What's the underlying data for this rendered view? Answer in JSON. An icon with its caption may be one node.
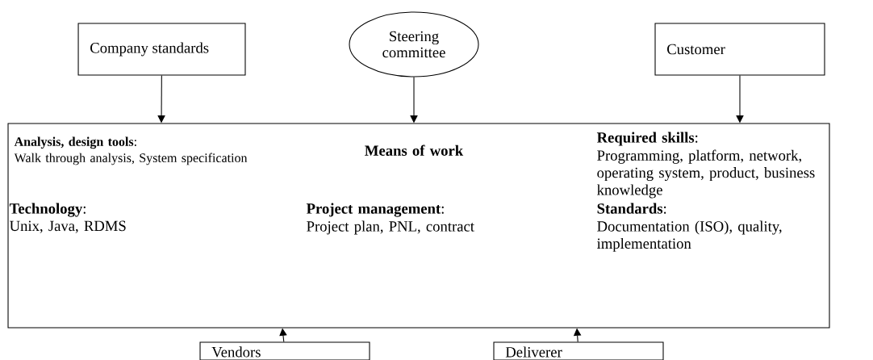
{
  "diagram": {
    "nodes": [
      {
        "text": [
          "Company standards"
        ]
      },
      {
        "text": [
          "Steering committee"
        ]
      },
      {
        "text": [
          "Customer"
        ]
      },
      {
        "text": [
          "**Analysis, design tools**:",
          "Walk through analysis, System specification",
          "Means of work",
          "**Required skills**:",
          "Programming, platform, network, operating system, product, business knowledge",
          "**Technology**:",
          "Unix, Java, RDMS",
          "**Project management**:",
          "Project plan, PNL, contract",
          "**Standards**:",
          "Documentation (ISO), quality, implementation"
        ]
      },
      {
        "text": [
          "Vendors"
        ]
      },
      {
        "text": [
          "Deliverer"
        ]
      }
    ],
    "edges": [
      {
        "from": 0,
        "to": 3,
        "arrow": "to"
      },
      {
        "from": 1,
        "to": 3,
        "arrow": "to"
      },
      {
        "from": 2,
        "to": 3,
        "arrow": "to"
      },
      {
        "from": 4,
        "to": 3,
        "arrow": "to"
      },
      {
        "from": 5,
        "to": 3,
        "arrow": "to"
      }
    ]
  }
}
